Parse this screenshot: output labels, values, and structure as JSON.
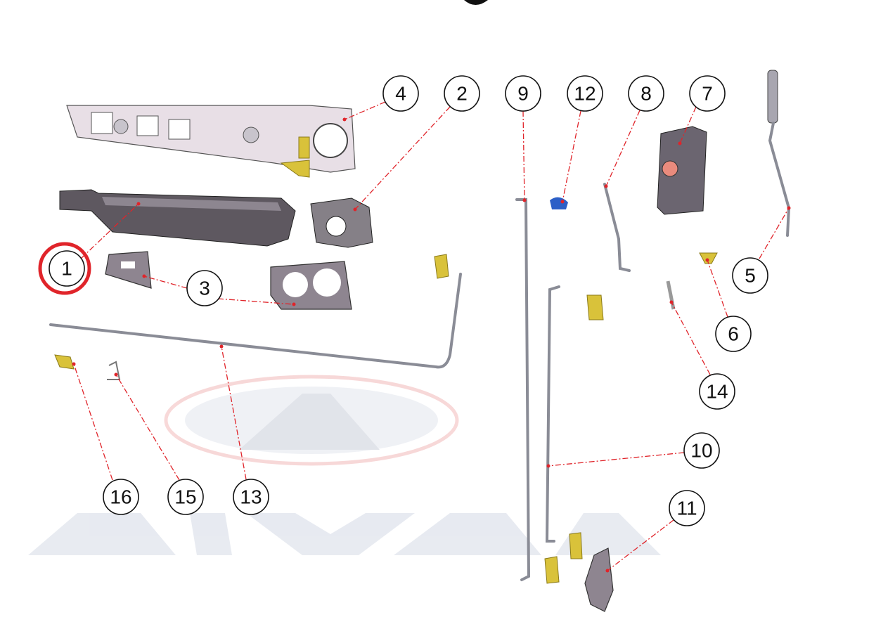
{
  "diagram": {
    "title": "Exterior door handle assembly — exploded view",
    "watermark": "AIXAM",
    "highlighted_part": "1",
    "accent_color": "#e0242a",
    "callouts": [
      "1",
      "2",
      "3",
      "4",
      "5",
      "6",
      "7",
      "8",
      "9",
      "10",
      "11",
      "12",
      "13",
      "14",
      "15",
      "16"
    ]
  }
}
